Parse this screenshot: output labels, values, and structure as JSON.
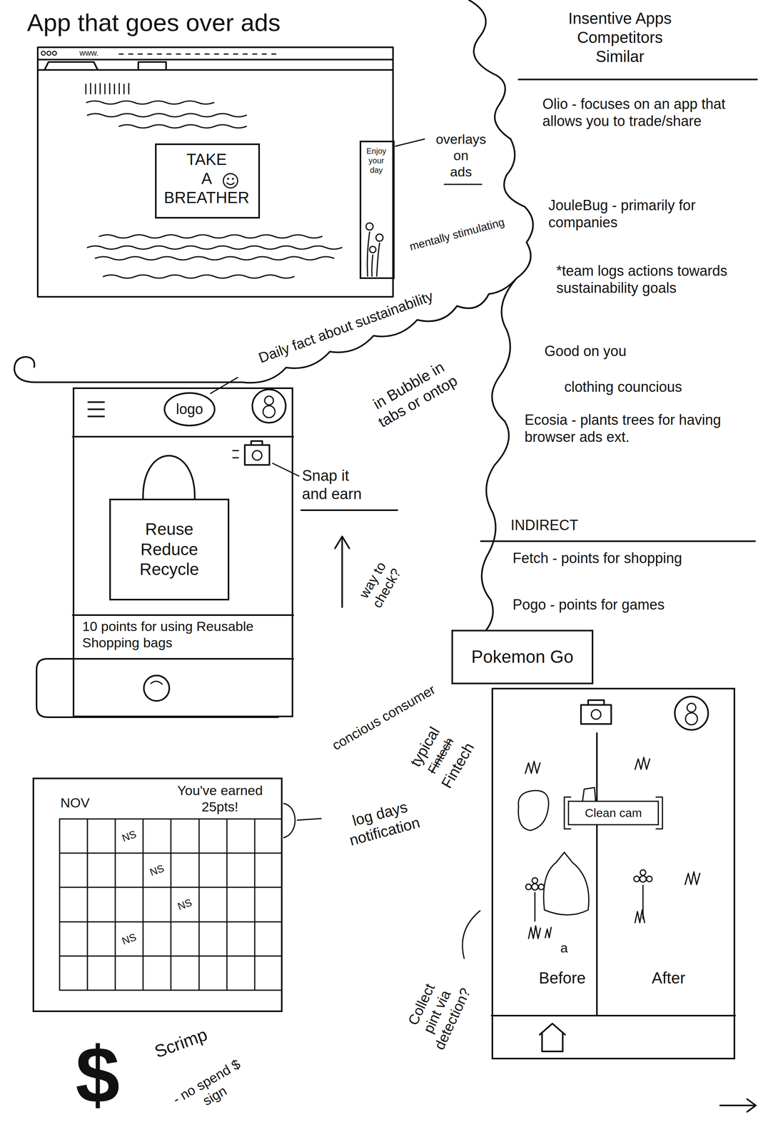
{
  "diagram": {
    "title": "App that goes over ads",
    "nodes": [
      {
        "text": [
          "TAKE A BREATHER"
        ]
      },
      {
        "text": [
          "Enjoy your day"
        ]
      },
      {
        "text": [
          "10 points for using Reusable Shopping bags"
        ]
      },
      {
        "text": [
          "logo"
        ],
        "in": 2
      },
      {
        "text": [
          "Reuse Reduce Recycle"
        ],
        "in": 2
      },
      {
        "text": [
          "Pokemon Go"
        ]
      },
      {
        "text": [
          "Before",
          "After"
        ]
      },
      {
        "text": [
          "Clean cam"
        ],
        "in": 6
      },
      {
        "text": [
          "NOV",
          "You've earned 25pts!"
        ]
      }
    ],
    "labels": [
      "www.",
      "overlays on ads",
      "Daily fact about sustainability",
      "mentally stimulating",
      "in Bubble in tabs or ontop",
      "Insentive Apps Competitors Similar",
      "Olio - focuses on an app that allows you to trade/share",
      "JouleBug - primarily for companies",
      "*team logs actions towards sustainability goals",
      "Good on you",
      "clothing councious",
      "Ecosia - plants trees for having browser ads ext.",
      "INDIRECT",
      "Fetch - points for shopping",
      "Pogo - points for games",
      "Snap it and earn",
      "way to check?",
      "concious consumer",
      "typical",
      "Fintech",
      "Fintech",
      "log days notification",
      "NS",
      "NS",
      "NS",
      "NS",
      "a",
      "Collect pint via detection?",
      "$",
      "Scrimp",
      "- no spend $ sign"
    ]
  }
}
